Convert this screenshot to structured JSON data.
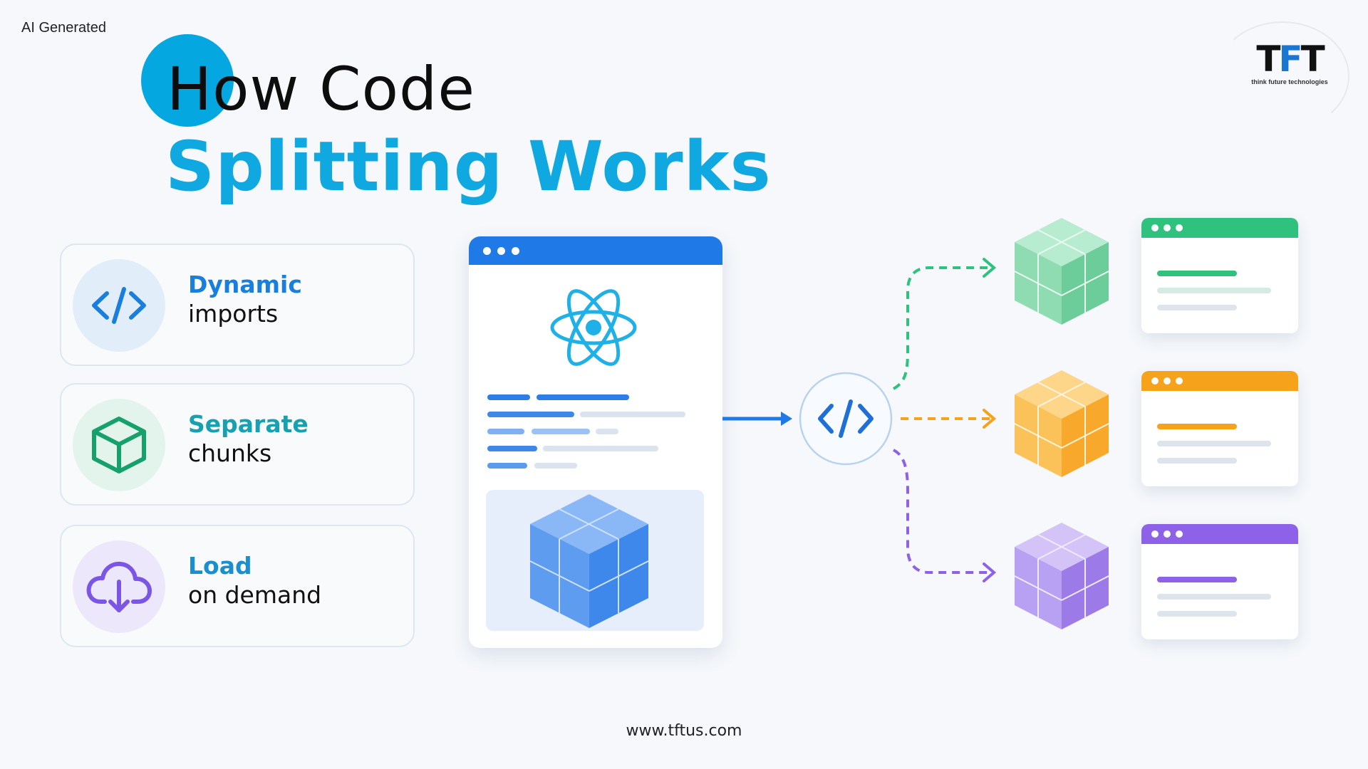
{
  "badge": "AI Generated",
  "title": {
    "line1": "How Code",
    "line2": "Splitting Works"
  },
  "logo": {
    "mark": "TFT",
    "tagline": "think future technologies"
  },
  "features": [
    {
      "bold": "Dynamic",
      "regular": "imports",
      "icon": "code-icon",
      "color": "#1a7fdc"
    },
    {
      "bold": "Separate",
      "regular": "chunks",
      "icon": "cube-icon",
      "color": "#16a06b"
    },
    {
      "bold": "Load",
      "regular": "on demand",
      "icon": "cloud-download-icon",
      "color": "#6f4fe0"
    }
  ],
  "diagram": {
    "source_app_icon": "react-icon",
    "bundler_icon": "code-icon",
    "chunks": [
      {
        "color": "#2ec27e",
        "name": "green-chunk"
      },
      {
        "color": "#f7a21b",
        "name": "orange-chunk"
      },
      {
        "color": "#8e62e8",
        "name": "purple-chunk"
      }
    ]
  },
  "footer": {
    "url": "www.tftus.com"
  }
}
